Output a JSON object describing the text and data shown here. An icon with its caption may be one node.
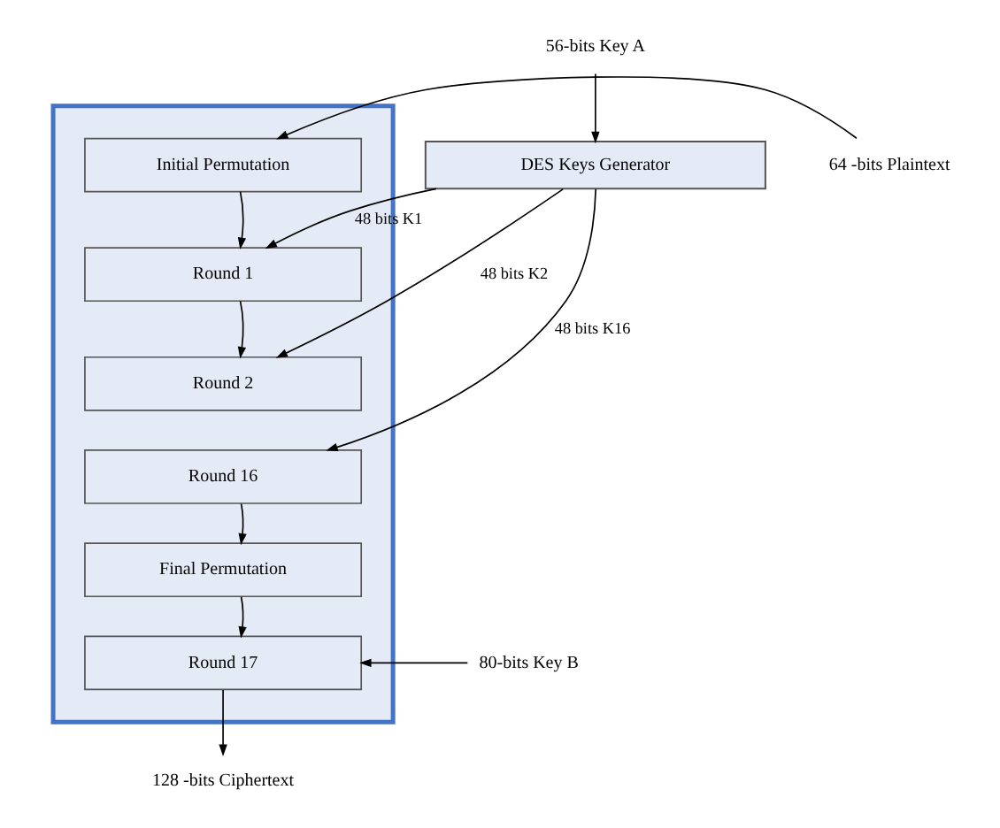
{
  "diagram": {
    "nodes": [
      {
        "text": [],
        "shape": "box"
      },
      {
        "text": [
          "Initial Permutation"
        ],
        "in": 0
      },
      {
        "text": [
          "Round 1"
        ],
        "in": 0
      },
      {
        "text": [
          "Round 2"
        ],
        "in": 0
      },
      {
        "text": [
          "Round 16"
        ],
        "in": 0
      },
      {
        "text": [
          "Final Permutation"
        ],
        "in": 0
      },
      {
        "text": [
          "Round 17"
        ],
        "in": 0
      },
      {
        "text": [
          "DES Keys Generator"
        ]
      },
      {
        "text": [
          "64 -bits Plaintext"
        ]
      },
      {
        "text": [
          "56-bits Key A"
        ]
      },
      {
        "text": [
          "80-bits Key B"
        ]
      },
      {
        "text": [
          "128 -bits Ciphertext"
        ]
      }
    ],
    "edges": [
      {
        "from": 8,
        "to": 1,
        "arrow": "to"
      },
      {
        "from": 1,
        "to": 2,
        "arrow": "to"
      },
      {
        "from": 2,
        "to": 3,
        "arrow": "to"
      },
      {
        "from": 4,
        "to": 5,
        "arrow": "to"
      },
      {
        "from": 5,
        "to": 6,
        "arrow": "to"
      },
      {
        "from": 6,
        "to": 11,
        "arrow": "to"
      },
      {
        "from": 9,
        "to": 7,
        "arrow": "to"
      },
      {
        "from": 7,
        "to": 2,
        "arrow": "to",
        "label": "48 bits K1"
      },
      {
        "from": 7,
        "to": 3,
        "arrow": "to",
        "label": "48 bits K2"
      },
      {
        "from": 7,
        "to": 4,
        "arrow": "to",
        "label": "48 bits K16"
      },
      {
        "from": 10,
        "to": 6,
        "arrow": "to"
      }
    ]
  }
}
